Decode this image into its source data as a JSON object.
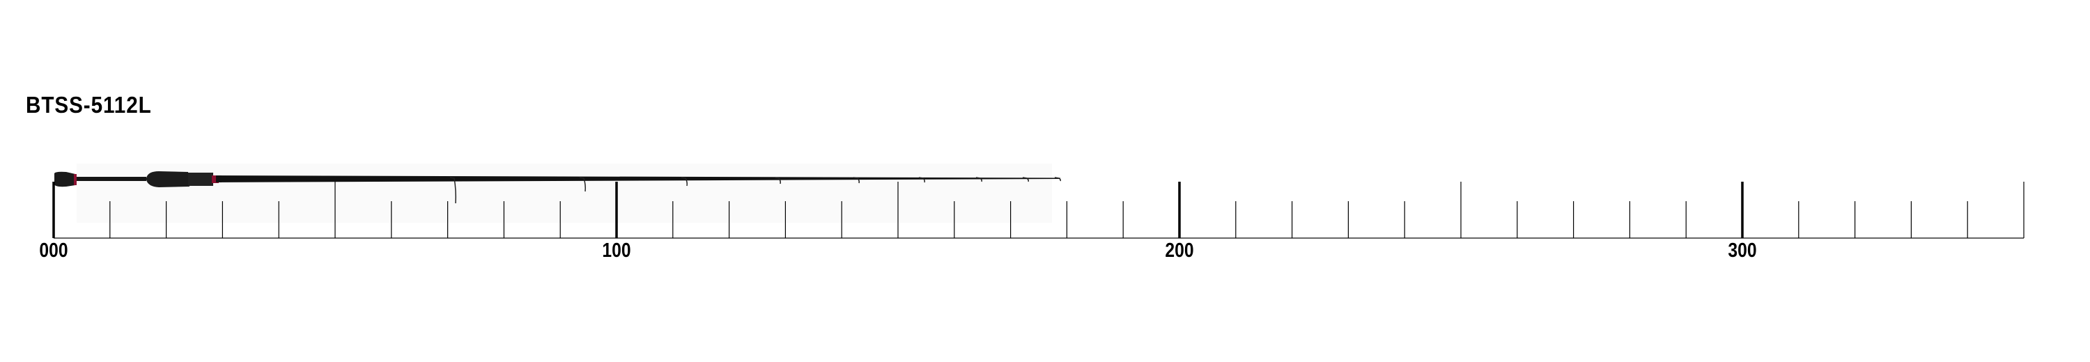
{
  "title": "BTSS-5112L",
  "ruler": {
    "min": 0,
    "max": 350,
    "minor_step": 10,
    "mid_step": 50,
    "major_step": 100,
    "labels": [
      "000",
      "100",
      "200",
      "300"
    ]
  },
  "rod_length_units": 180
}
